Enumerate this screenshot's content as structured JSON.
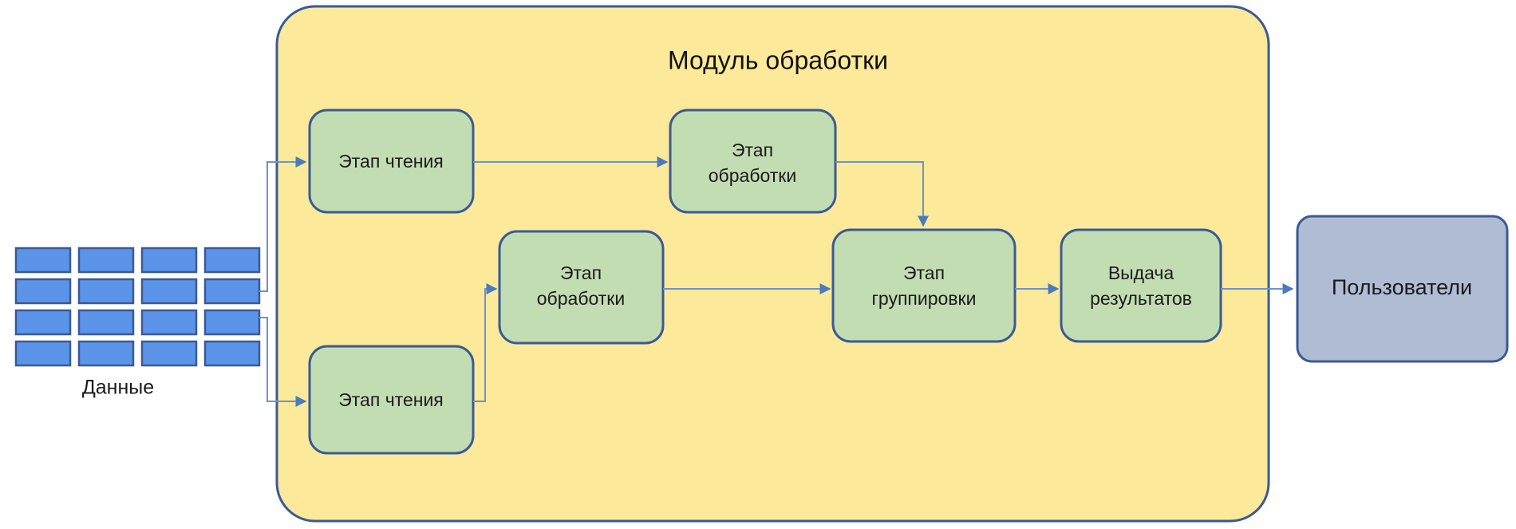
{
  "diagram": {
    "type": "flowchart",
    "orientation": "left-to-right",
    "container": {
      "title": "Модуль обработки",
      "fill": "#fce99a",
      "stroke": "#3a5a96"
    },
    "source": {
      "label": "Данные",
      "block_fill": "#5b94e8",
      "block_stroke": "#3a5a96",
      "grid_rows": 4,
      "grid_cols": 4,
      "block_count": 16
    },
    "actor": {
      "label": "Пользователи",
      "fill": "#afbcd4",
      "stroke": "#3a5a96"
    },
    "nodes": [
      {
        "id": "read-top",
        "label": "Этап чтения",
        "lines": [
          "Этап чтения"
        ]
      },
      {
        "id": "read-bottom",
        "label": "Этап чтения",
        "lines": [
          "Этап чтения"
        ]
      },
      {
        "id": "proc-top",
        "label": "Этап обработки",
        "lines": [
          "Этап",
          "обработки"
        ]
      },
      {
        "id": "proc-mid",
        "label": "Этап обработки",
        "lines": [
          "Этап",
          "обработки"
        ]
      },
      {
        "id": "group",
        "label": "Этап группировки",
        "lines": [
          "Этап",
          "группировки"
        ]
      },
      {
        "id": "output",
        "label": "Выдача результатов",
        "lines": [
          "Выдача",
          "результатов"
        ]
      }
    ],
    "node_style": {
      "fill": "#c3ddb3",
      "stroke": "#3a5a96"
    },
    "edges": [
      {
        "from": "data",
        "to": "read-top"
      },
      {
        "from": "data",
        "to": "read-bottom"
      },
      {
        "from": "read-top",
        "to": "proc-top"
      },
      {
        "from": "read-bottom",
        "to": "proc-mid"
      },
      {
        "from": "proc-top",
        "to": "group"
      },
      {
        "from": "proc-mid",
        "to": "group"
      },
      {
        "from": "group",
        "to": "output"
      },
      {
        "from": "output",
        "to": "users"
      }
    ],
    "edge_color": "#4a7bbd"
  }
}
